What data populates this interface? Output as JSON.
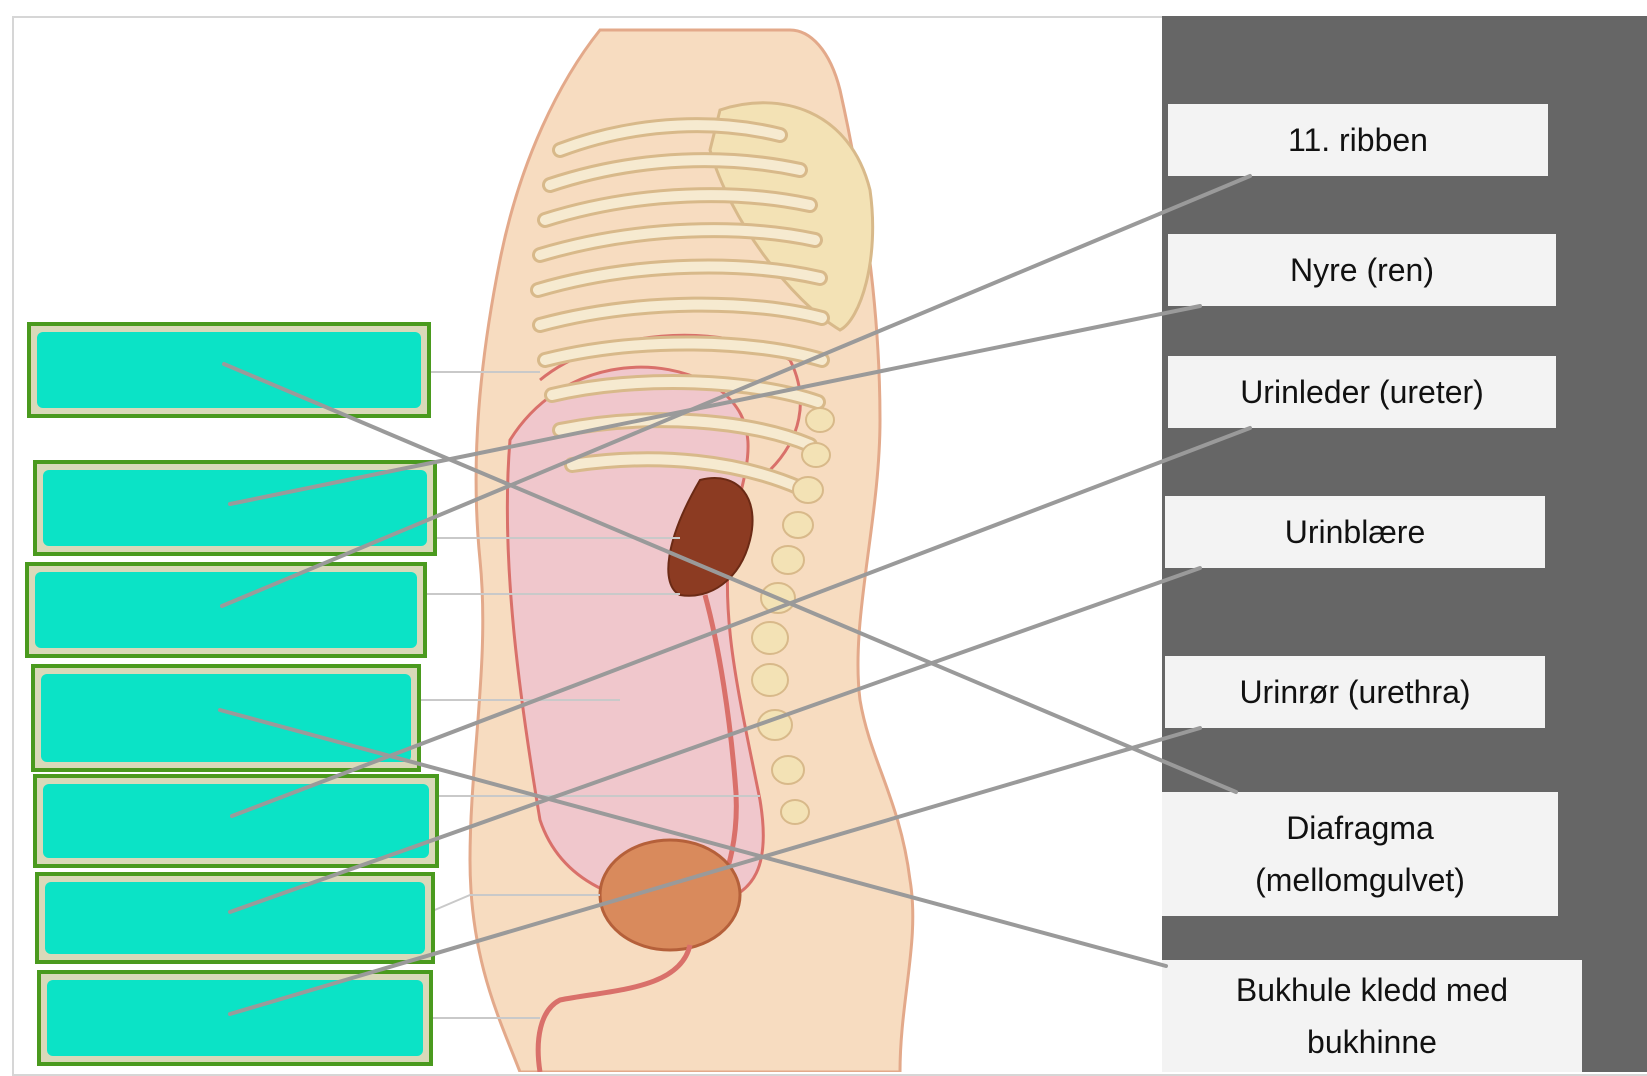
{
  "labels": [
    {
      "id": "rib11",
      "text": "11. ribben"
    },
    {
      "id": "kidney",
      "text": "Nyre (ren)"
    },
    {
      "id": "ureter",
      "text": "Urinleder (ureter)"
    },
    {
      "id": "bladder",
      "text": "Urinblære"
    },
    {
      "id": "urethra",
      "text": "Urinrør (urethra)"
    },
    {
      "id": "diaphragm",
      "text": "Diafragma (mellomgulvet)"
    },
    {
      "id": "abdominal_cavity",
      "text": "Bukhule kledd med bukhinne"
    }
  ],
  "drop_slots": [
    {
      "index": 1
    },
    {
      "index": 2
    },
    {
      "index": 3
    },
    {
      "index": 4
    },
    {
      "index": 5
    },
    {
      "index": 6
    },
    {
      "index": 7
    }
  ],
  "colors": {
    "slot_fill": "#0be3c6",
    "slot_border": "#4a9a1e",
    "label_panel": "#666666",
    "label_bg": "#f3f3f3",
    "connector": "#9a9a9a",
    "skin": "#f7dcc0",
    "bone": "#f3e2b5",
    "cavity": "#f0c7cc"
  }
}
